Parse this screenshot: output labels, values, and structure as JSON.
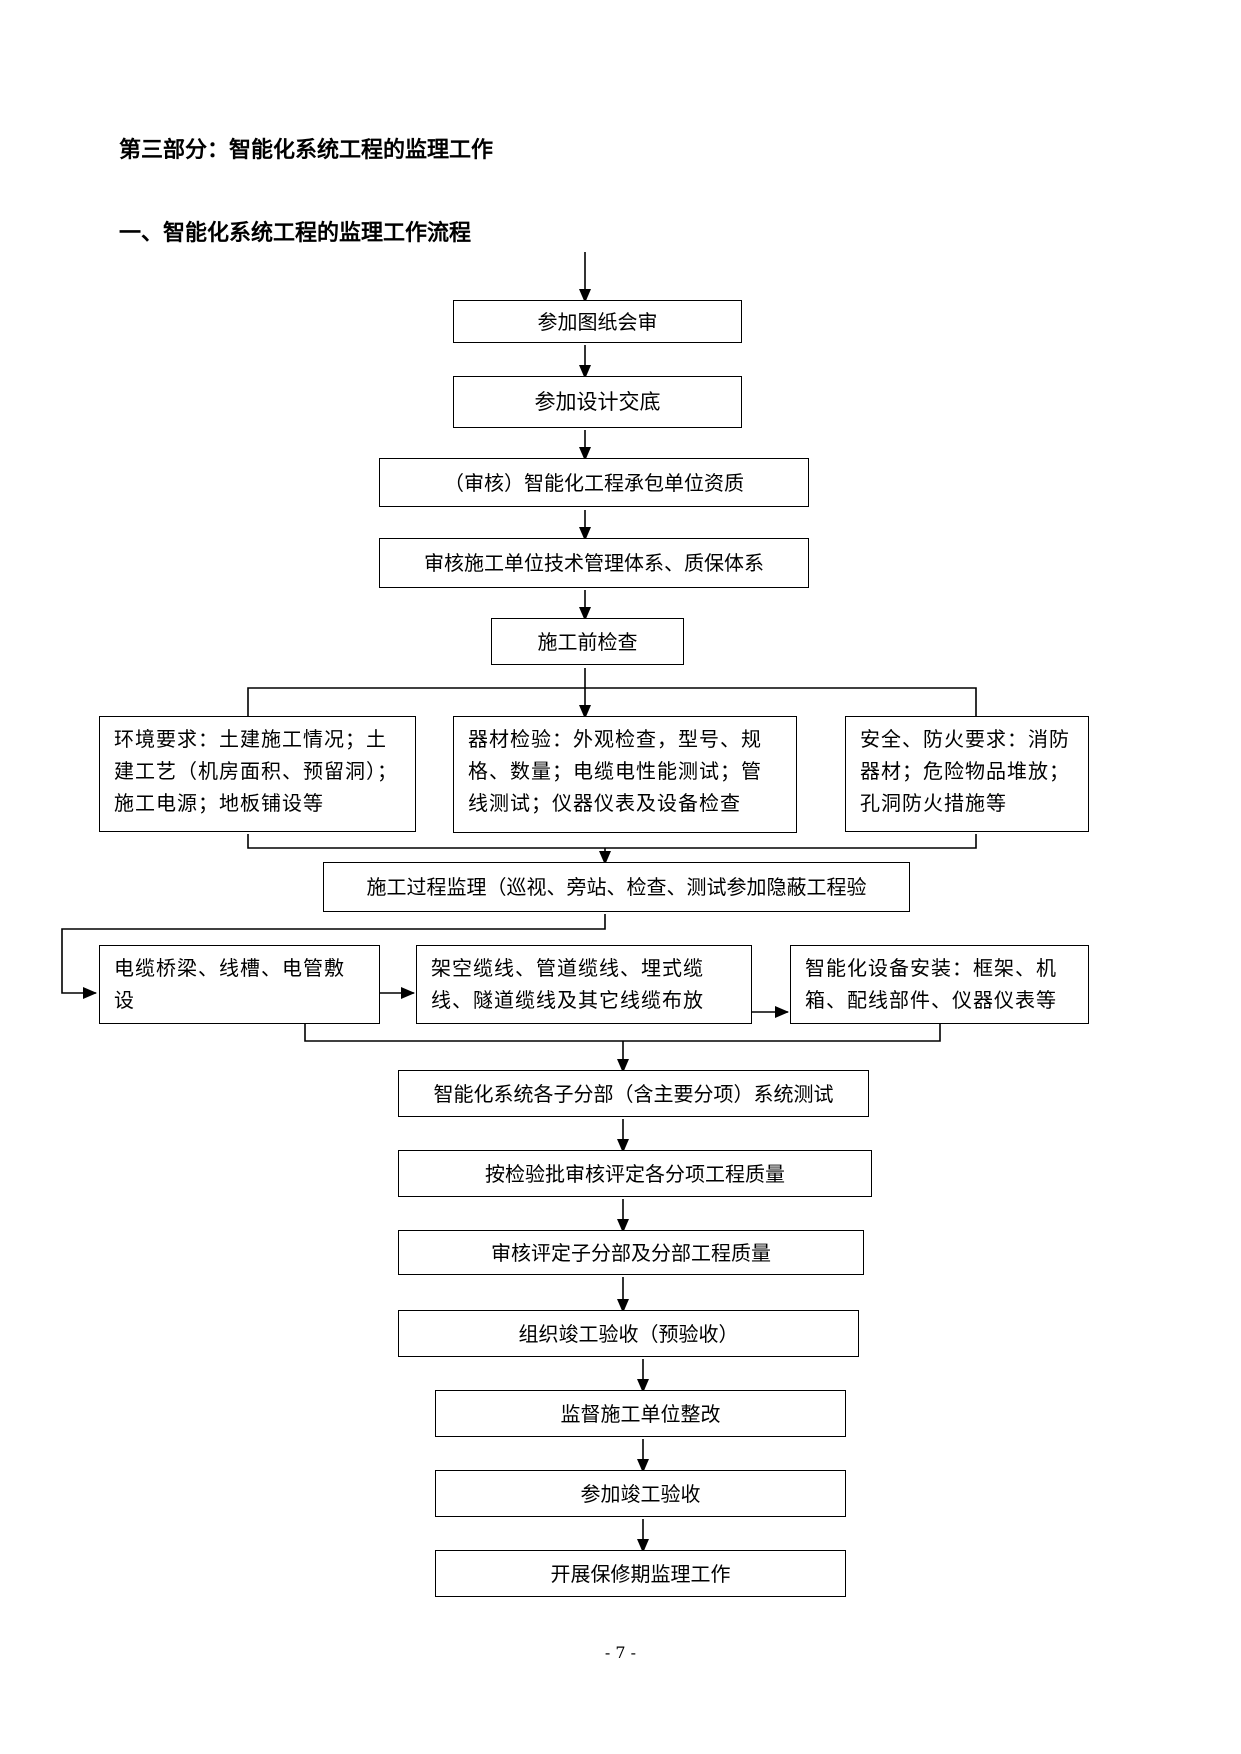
{
  "heading_part": "第三部分：智能化系统工程的监理工作",
  "heading_section": "一、智能化系统工程的监理工作流程",
  "flow": {
    "step1": "参加图纸会审",
    "step2": "参加设计交底",
    "step3": "（审核）智能化工程承包单位资质",
    "step4": "审核施工单位技术管理体系、质保体系",
    "step5": "施工前检查",
    "check_environment": "环境要求：土建施工情况；土建工艺（机房面积、预留洞）；施工电源；地板铺设等",
    "check_materials": "器材检验：外观检查，型号、规格、数量；电缆电性能测试；管线测试；仪器仪表及设备检查",
    "check_safety": "安全、防火要求：消防器材；危险物品堆放；孔洞防火措施等",
    "step6": "施工过程监理（巡视、旁站、检查、测试参加隐蔽工程验",
    "sub_cable_tray": "电缆桥梁、线槽、电管敷设",
    "sub_cabling": "架空缆线、管道缆线、埋式缆线、隧道缆线及其它线缆布放",
    "sub_equipment": "智能化设备安装：框架、机箱、配线部件、仪器仪表等",
    "step7": "智能化系统各子分部（含主要分项）系统测试",
    "step8": "按检验批审核评定各分项工程质量",
    "step9": "审核评定子分部及分部工程质量",
    "step10": "组织竣工验收（预验收）",
    "step11": "监督施工单位整改",
    "step12": "参加竣工验收",
    "step13": "开展保修期监理工作"
  },
  "page_number": "- 7 -"
}
